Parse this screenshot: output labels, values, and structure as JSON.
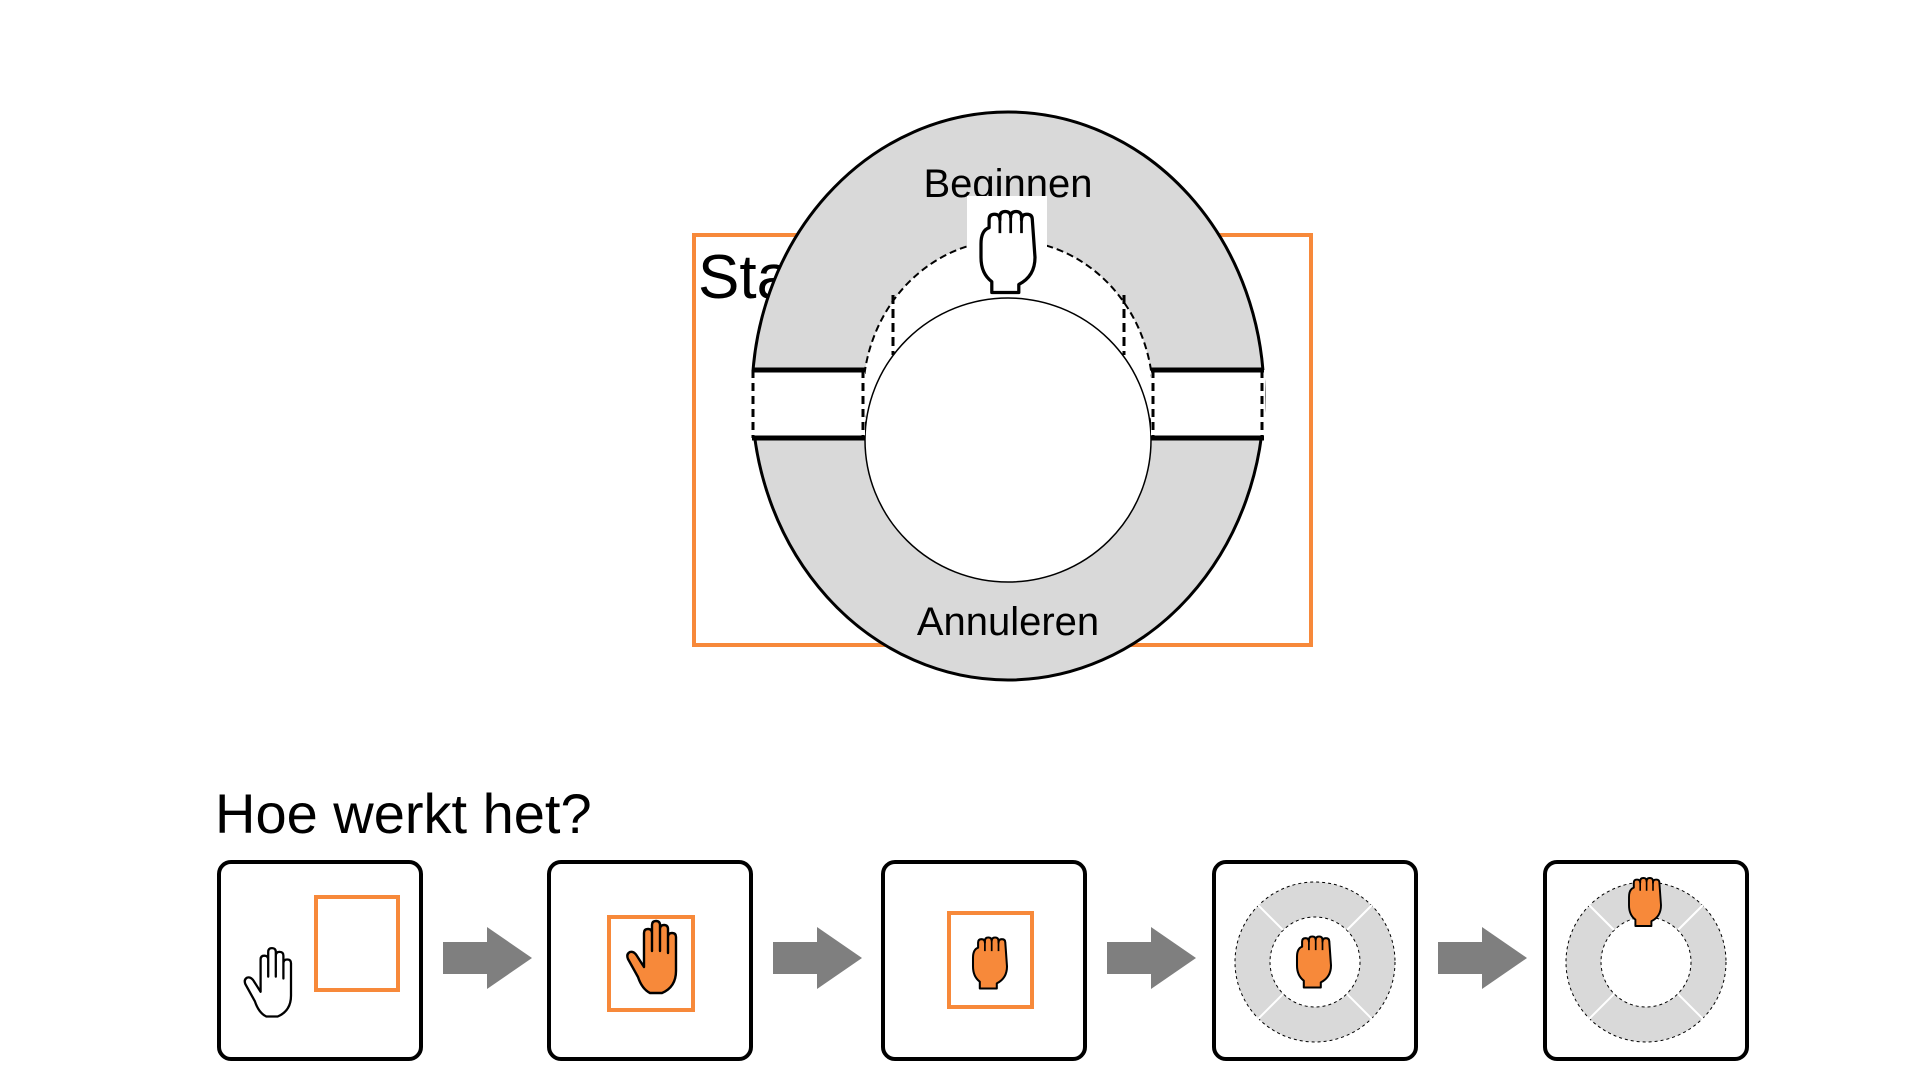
{
  "start_box": {
    "label": "Start"
  },
  "ring_menu": {
    "top_option": "Beginnen",
    "bottom_option": "Annuleren"
  },
  "tutorial": {
    "heading": "Hoe werkt het?",
    "steps": [
      {
        "id": "hover",
        "icon": "open-hand-cursor-icon"
      },
      {
        "id": "enter",
        "icon": "orange-open-hand-icon"
      },
      {
        "id": "grab",
        "icon": "orange-grab-hand-icon"
      },
      {
        "id": "ring-appears",
        "icon": "orange-grab-hand-icon"
      },
      {
        "id": "drag-to-option",
        "icon": "orange-grab-hand-icon"
      }
    ]
  },
  "colors": {
    "accent_orange": "#f7893a",
    "ring_gray": "#d9d9d9",
    "arrow_gray": "#7f7f7f",
    "stroke": "#000000"
  }
}
